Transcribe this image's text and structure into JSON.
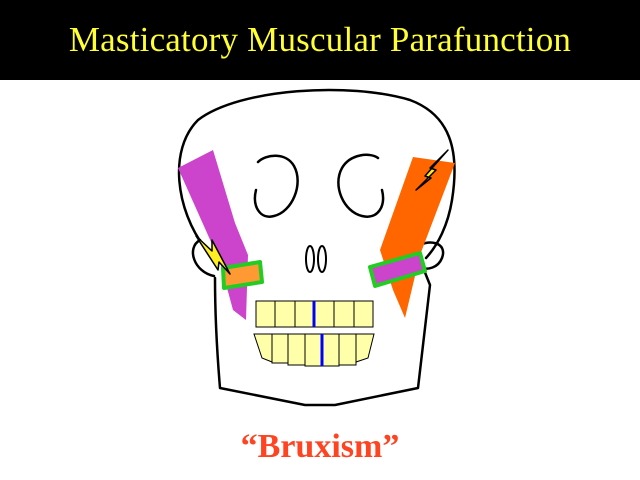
{
  "slide": {
    "title": "Masticatory Muscular Parafunction",
    "caption": "“Bruxism”"
  },
  "colors": {
    "title_bar": "#000000",
    "title_text": "#ffff33",
    "caption_text": "#ff4422",
    "muscle_relaxed": "#cc44cc",
    "muscle_strained": "#ff6600",
    "pain_bolt": "#ffee22",
    "joint_disc_outline": "#22cc22",
    "tooth_fill": "#ffffaa",
    "midline": "#0000ff"
  },
  "figure": {
    "subject": "skull",
    "left_muscle": "relaxed",
    "right_muscle": "strained",
    "pain_markers": [
      "lightning-bolt",
      "lightning-bolt"
    ]
  }
}
